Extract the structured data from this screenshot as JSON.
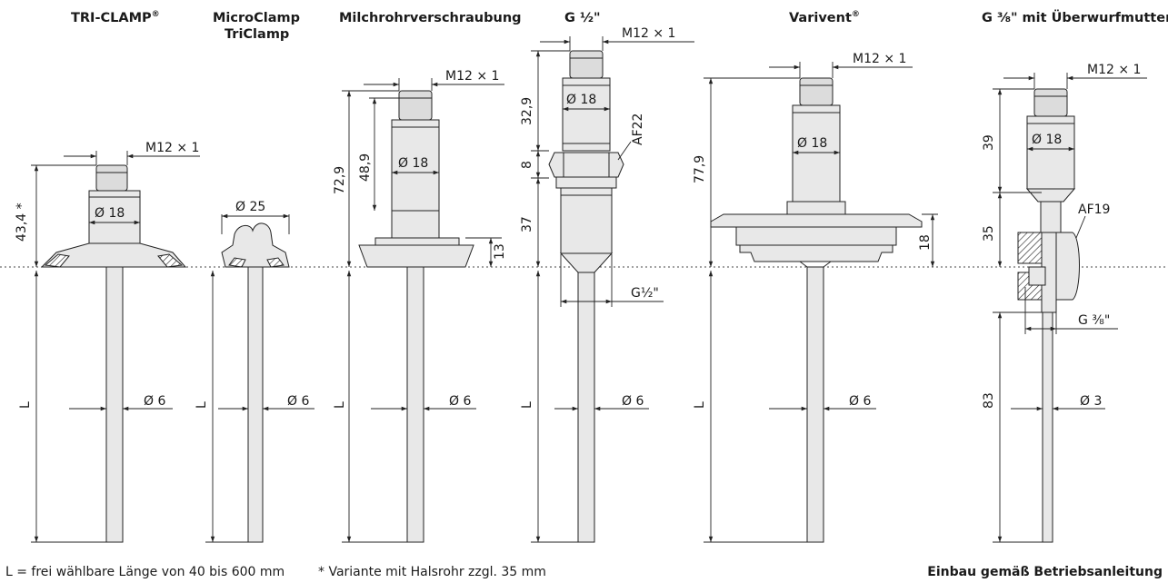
{
  "titles": {
    "triclamp": "TRI-CLAMP",
    "triclamp_reg": "®",
    "microclamp_1": "MicroClamp",
    "microclamp_2": "TriClamp",
    "milch": "Milchrohrverschraubung",
    "g12": "G ½\"",
    "varivent": "Varivent",
    "varivent_reg": "®",
    "g38": "G ⅜\" mit Überwurfmutter"
  },
  "dimensions": {
    "m12": "M12 × 1",
    "d18": "Ø 18",
    "d25": "Ø 25",
    "d6": "Ø 6",
    "d3": "Ø 3",
    "L": "L",
    "tri_height": "43,4 *",
    "milch_72": "72,9",
    "milch_48": "48,9",
    "milch_13": "13",
    "g12_329": "32,9",
    "g12_8": "8",
    "g12_37": "37",
    "g12_af": "AF22",
    "g12_thread": "G½\"",
    "vari_779": "77,9",
    "vari_18": "18",
    "g38_39": "39",
    "g38_35": "35",
    "g38_af": "AF19",
    "g38_thread": "G ⅜\"",
    "g38_83": "83"
  },
  "notes": {
    "length": "L = frei wählbare Länge von 40 bis 600 mm",
    "variant": "* Variante mit Halsrohr zzgl. 35 mm",
    "install": "Einbau gemäß Betriebsanleitung"
  }
}
